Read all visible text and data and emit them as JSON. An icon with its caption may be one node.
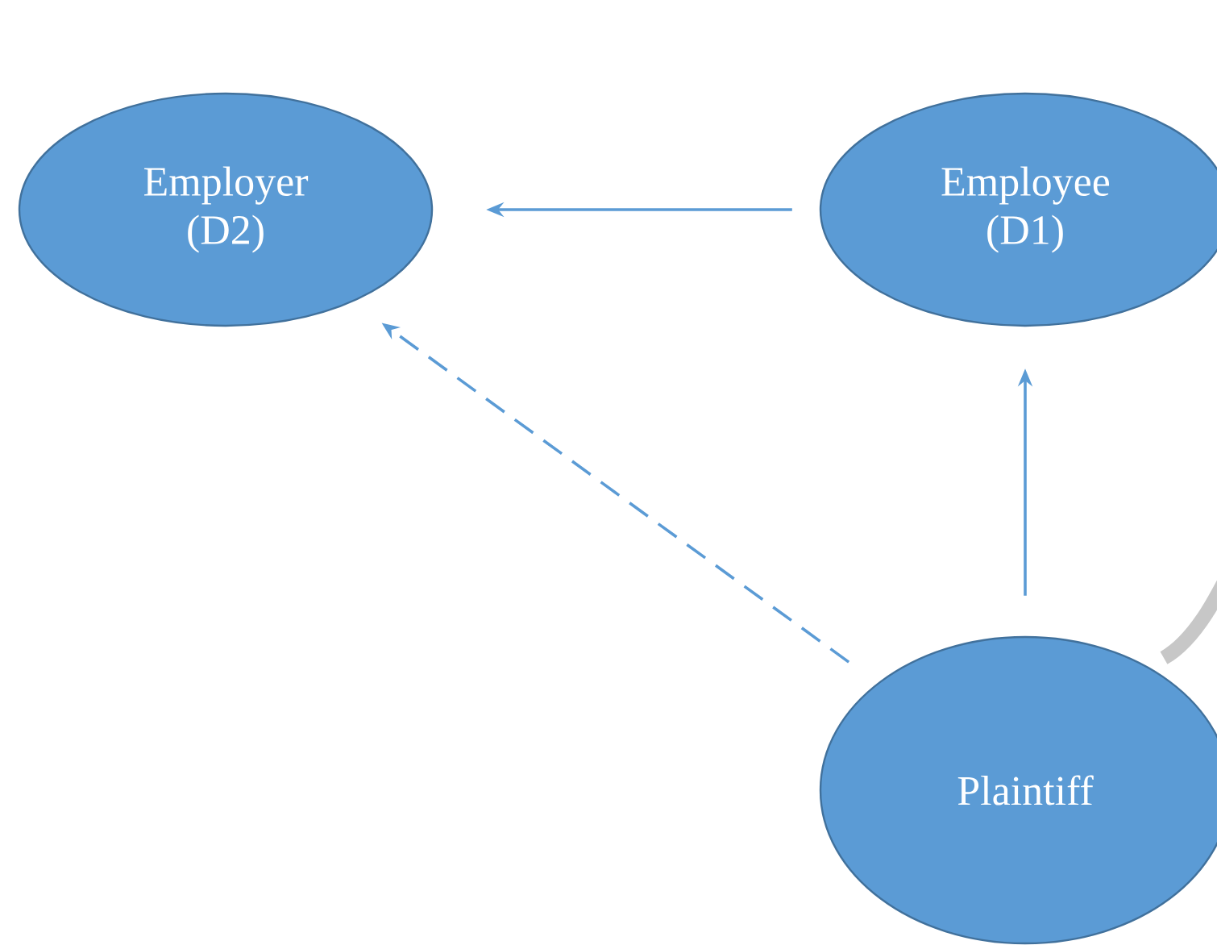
{
  "diagram": {
    "nodes": [
      {
        "text": [
          "Employer (D2)"
        ]
      },
      {
        "text": [
          "Employee (D1)"
        ]
      },
      {
        "text": [
          "Plaintiff"
        ]
      }
    ],
    "edges": [
      {
        "from": 1,
        "to": 0,
        "arrow": "to"
      },
      {
        "from": 2,
        "to": 1,
        "arrow": "to"
      },
      {
        "from": 2,
        "to": 0,
        "arrow": "to",
        "style": "dashed"
      }
    ]
  }
}
